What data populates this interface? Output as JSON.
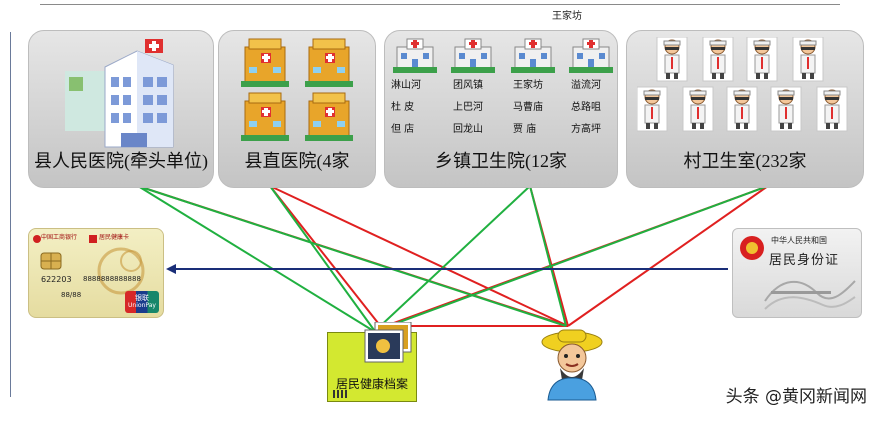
{
  "top_label": "王家坊",
  "panels": [
    {
      "label": "县人民医院(牵头单位)"
    },
    {
      "label": "县直医院(4家"
    },
    {
      "label": "乡镇卫生院(12家"
    },
    {
      "label": "村卫生室(232家"
    }
  ],
  "township_names": [
    [
      "淋山河",
      "团风镇",
      "王家坊",
      "溢流河"
    ],
    [
      "杜 皮",
      "上巴河",
      "马曹庙",
      "总路咀"
    ],
    [
      "但 店",
      "回龙山",
      "贾 庙",
      "方高坪"
    ]
  ],
  "bank_card": {
    "bank": "中国工商银行",
    "name": "居民健康卡",
    "number_prefix": "622203",
    "number": "8888888888888",
    "expiry": "88/88",
    "brand": "UnionPay",
    "brand_cn": "银联"
  },
  "id_card": {
    "country": "中华人民共和国",
    "title": "居民身份证"
  },
  "archive_label": "居民健康档案",
  "watermark": "头条 @黄冈新闻网",
  "colors": {
    "red_line": "#e02020",
    "green_line": "#20b040",
    "arrow_line": "#1a2e78"
  }
}
